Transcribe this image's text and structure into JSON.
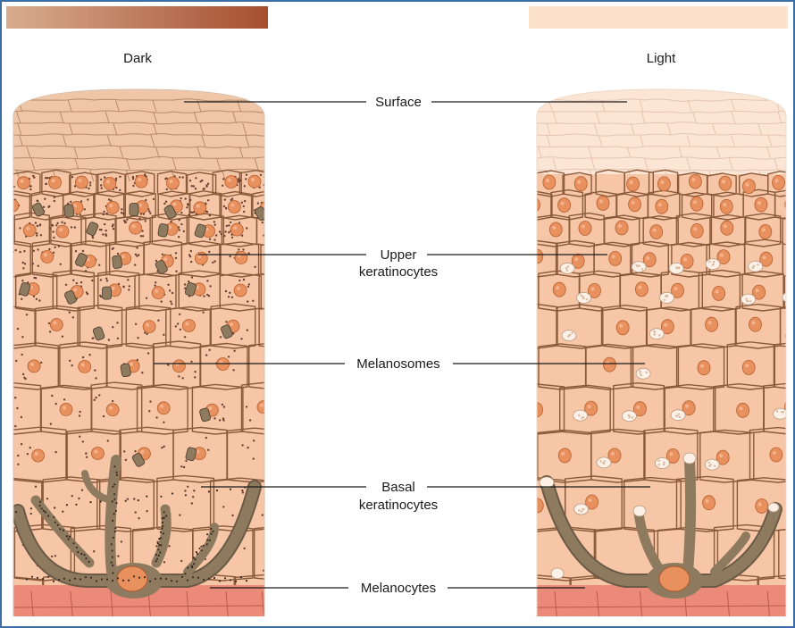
{
  "columns": {
    "dark": {
      "title": "Dark",
      "swatch_color": "#a44f30",
      "swatch_gradient_start": "#d9ac8e"
    },
    "light": {
      "title": "Light",
      "swatch_color": "#fde2cb"
    }
  },
  "labels": {
    "surface": "Surface",
    "upper_line1": "Upper",
    "upper_line2": "keratinocytes",
    "melanosomes": "Melanosomes",
    "basal_line1": "Basal",
    "basal_line2": "keratinocytes",
    "melanocytes": "Melanocytes"
  },
  "colors": {
    "cell_fill": "#f6c6a7",
    "cell_border": "#8a5a3a",
    "surface_fill": "#efc7a8",
    "nucleus": "#e8905e",
    "melanocyte": "#8d7a5f",
    "dermis": "#eb8a78",
    "frame": "#3a6ea5"
  }
}
